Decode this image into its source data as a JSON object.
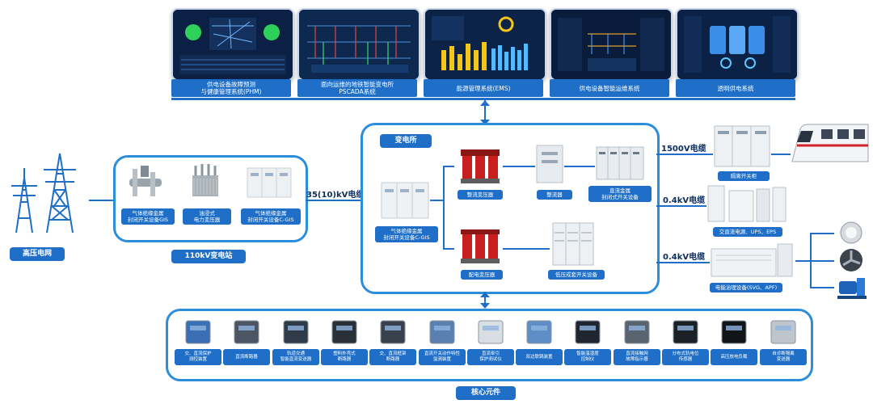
{
  "top_systems": [
    {
      "label": "供电设备故障预测\n与健康管理系统(PHM)"
    },
    {
      "label": "面向运维的地铁智能变电所\nPSCADA系统"
    },
    {
      "label": "能源管理系统(EMS)"
    },
    {
      "label": "供电设备智能运维系统"
    },
    {
      "label": "透明供电系统"
    }
  ],
  "grid": {
    "label": "高压电网"
  },
  "station110": {
    "title": "110kV变电站",
    "items": [
      "气体绝缘金属\n封闭开关设备GIS",
      "油浸式\n电力变压器",
      "气体绝缘金属\n封闭开关设备C-GIS"
    ]
  },
  "cable_35": "35(10)kV电缆",
  "substation": {
    "title": "变电所",
    "cgis": "气体绝缘金属\n封闭开关设备C-GIS",
    "rect_transformer": "整流变压器",
    "rectifier": "整流器",
    "dc_switchgear": "直流金属\n封闭式开关设备",
    "dist_transformer": "配电变压器",
    "lv_switchgear": "低压成套开关设备"
  },
  "outputs": {
    "cable_1500": "1500V电缆",
    "isolation": "隔离开关柜",
    "cable_04_a": "0.4kV电缆",
    "acdc": "交直流电源、UPS、EPS",
    "cable_04_b": "0.4kV电缆",
    "power_quality": "电能治理设备(SVG、APF)"
  },
  "core": {
    "title": "核心元件",
    "items": [
      "交、直流保护\n测控装置",
      "直流断路器",
      "轨道交通\n智能直流变送器",
      "塑料外壳式\n断路器",
      "交、直流框架\n断路器",
      "直流开关动作特性\n监测装置",
      "直流牵引\n保护测试仪",
      "双边联跳装置",
      "智能温湿度\n控制仪",
      "直流接触网\n故障指示器",
      "分布式轨电位\n传感器",
      "高压放电负载",
      "自诊断隔离\n变送器"
    ]
  },
  "colors": {
    "accent": "#1f6fc8",
    "frame": "#2c8ddb",
    "title": "#0c2d5e"
  }
}
